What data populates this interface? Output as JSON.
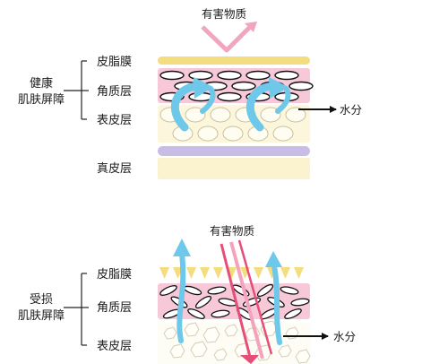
{
  "healthy": {
    "group_label_line1": "健康",
    "group_label_line2": "肌肤屏障",
    "harmful_label": "有害物质",
    "layer_sebum": "皮脂膜",
    "layer_stratum": "角质层",
    "layer_epidermis": "表皮层",
    "layer_dermis": "真皮层",
    "water_label": "水分"
  },
  "damaged": {
    "group_label_line1": "受损",
    "group_label_line2": "肌肤屏障",
    "harmful_label": "有害物质",
    "layer_sebum": "皮脂膜",
    "layer_stratum": "角质层",
    "layer_epidermis": "表皮层",
    "water_label": "水分"
  },
  "colors": {
    "sebum": "#f3dd7e",
    "stratum": "#f7c9d8",
    "epidermis": "#fbf6dc",
    "dermis": "#c9bde6",
    "dermis_base": "#fbf3cf",
    "water_arrow": "#6ec8ea",
    "harmful_arrow": "#e64d78",
    "harmful_arrow_light": "#f4a3bd"
  }
}
